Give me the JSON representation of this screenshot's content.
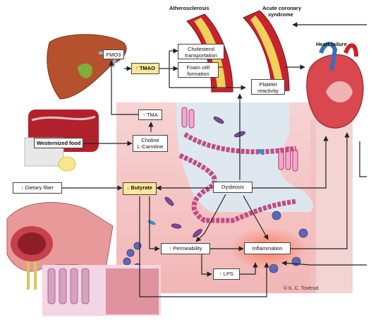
{
  "headings": {
    "atherosclerosis": "Atherosclerosis",
    "acute_coronary_1": "Acute coronary",
    "acute_coronary_2": "syndrome",
    "heart_failure": "Heart failure"
  },
  "labels": {
    "fmo3": "FMO3",
    "tmao": "TMAO",
    "cholesterol_1": "Cholesterol",
    "cholesterol_2": "transportation",
    "foam_1": "Foam cell",
    "foam_2": "formation",
    "platelet_1": "Platelet",
    "platelet_2": "reactivity",
    "tma": "TMA",
    "westernized_food": "Westernized food",
    "choline_1": "Choline",
    "choline_2": "L-Carnitine",
    "dietary_fiber": "Dietary fiber",
    "butyrate": "Butyrate",
    "dysbiosis": "Dysbiosis",
    "permeability": "Permeability",
    "inflammation": "Inflammation",
    "lps": "LPS"
  },
  "credit": "© K. C. Toverud",
  "colors": {
    "increase_arrow": "#d42020",
    "highlight_box": "#fde79a",
    "gut_panel": "#f6c9c9",
    "vessel_wall": "#c8232c",
    "lumen": "#d9ecf5"
  },
  "icons": {
    "up": "↑",
    "down": "↓"
  }
}
